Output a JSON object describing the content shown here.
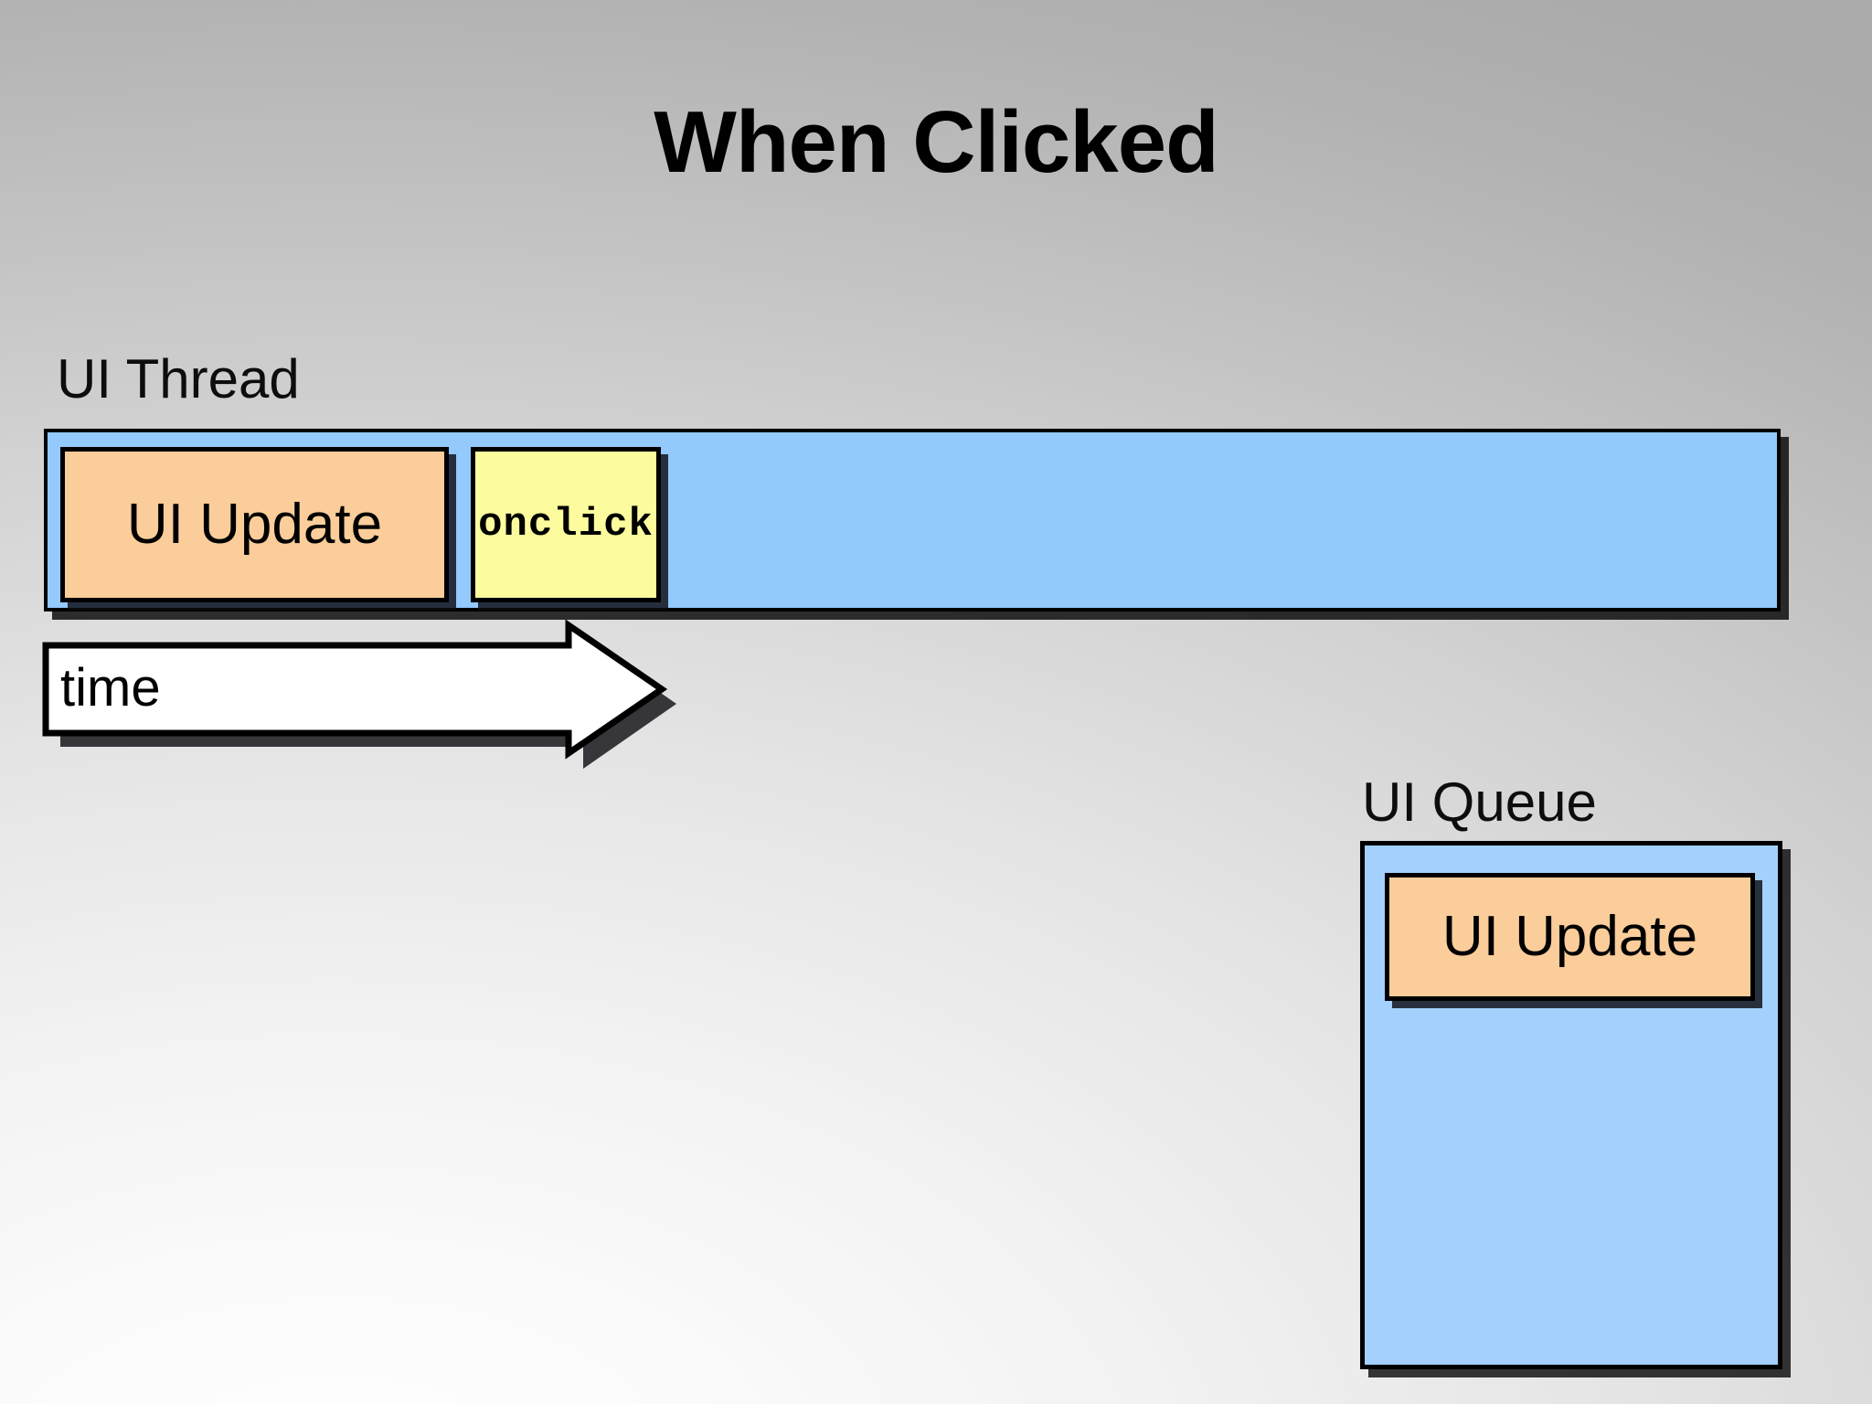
{
  "slide": {
    "title": "When Clicked",
    "background": {
      "gradient_from": "#ababab",
      "gradient_to": "#ffffff"
    }
  },
  "ui_thread": {
    "label": "UI Thread",
    "track_color": "#93c9fd",
    "blocks": [
      {
        "label": "UI Update",
        "color": "#fbcd9a",
        "kind": "ui-update"
      },
      {
        "label": "onclick",
        "color": "#fcfc9e",
        "kind": "handler"
      }
    ]
  },
  "time_axis": {
    "label": "time",
    "direction": "right",
    "fill": "#ffffff",
    "stroke": "#000000"
  },
  "ui_queue": {
    "label": "UI Queue",
    "container_color": "#a3d0fd",
    "items": [
      {
        "label": "UI Update",
        "color": "#fbcd9a"
      }
    ]
  }
}
